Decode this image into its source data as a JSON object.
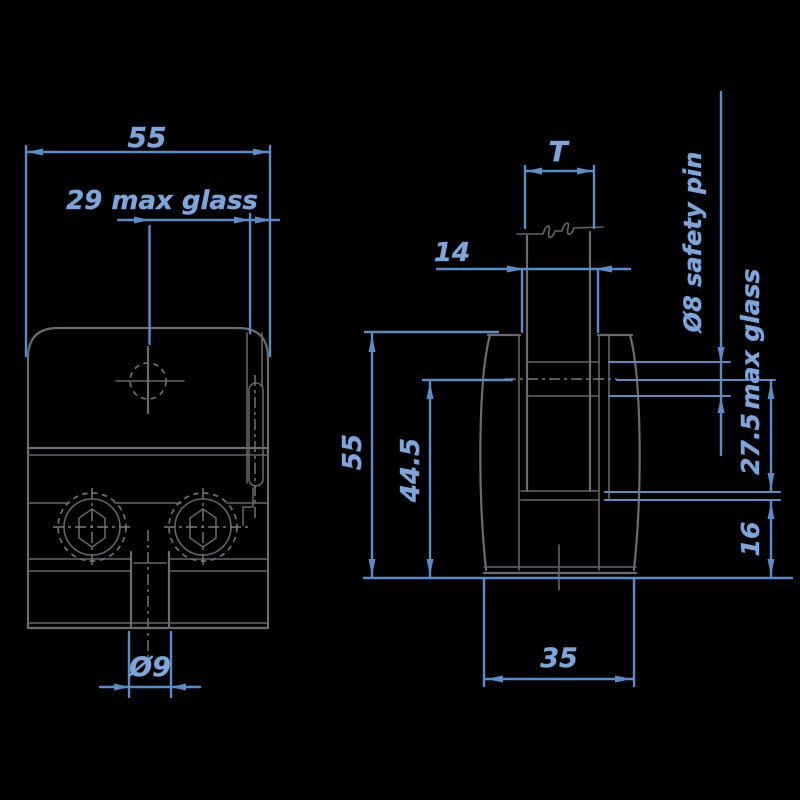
{
  "drawing": {
    "title": "glass-clamp-technical-drawing",
    "colors": {
      "background": "#000000",
      "dimension_line": "#5b8cc8",
      "dimension_text": "#7fa6d6",
      "part_line": "#6b6b70"
    },
    "front_view": {
      "width_dim": "55",
      "max_glass_dim": "29 max glass",
      "hole_dim": "Ø9"
    },
    "side_view": {
      "glass_thickness_dim": "T",
      "slot_width_dim": "14",
      "height_dim": "55",
      "pin_height_dim": "44.5",
      "depth_dim": "35",
      "safety_pin_dim": "Ø8 safety pin",
      "max_glass_value_dim": "27.5",
      "max_glass_label": "max glass",
      "base_height_dim": "16"
    }
  }
}
